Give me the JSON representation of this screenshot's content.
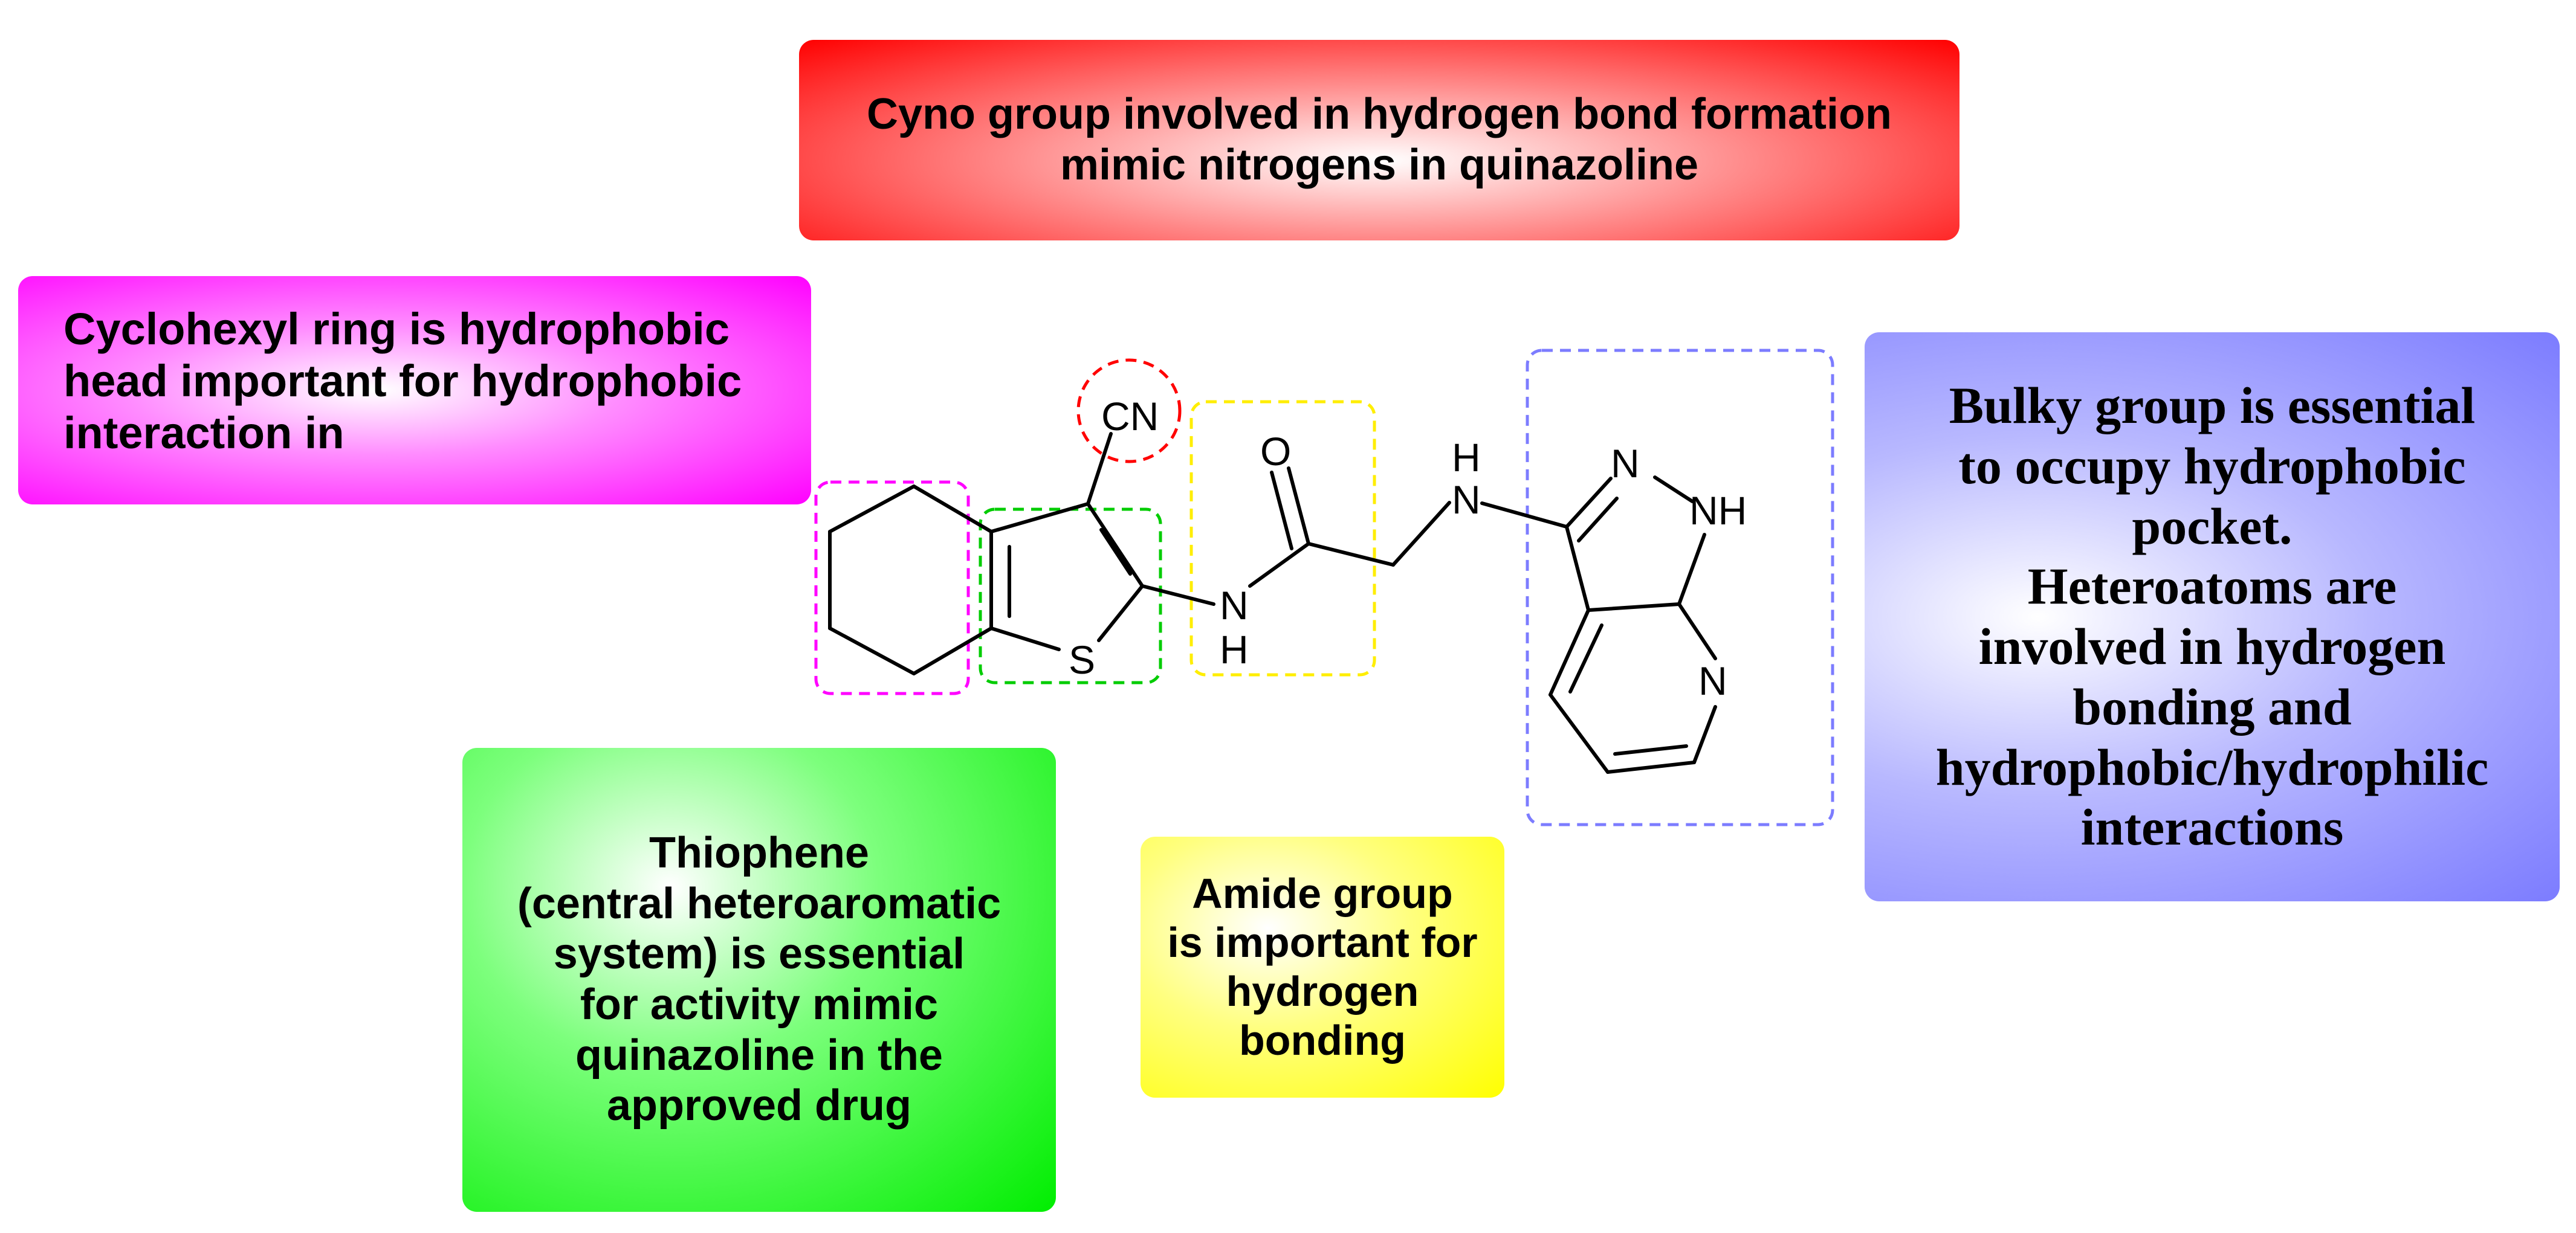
{
  "callouts": {
    "cyano": {
      "text": "Cyno group involved in hydrogen bond formation\nmimic nitrogens in quinazoline",
      "color": "#ff0000"
    },
    "cyclohexyl": {
      "text": "Cyclohexyl ring is hydrophobic\nhead important for hydrophobic\ninteraction in",
      "color": "#ff00ff"
    },
    "thiophene": {
      "text": "Thiophene\n(central heteroaromatic\nsystem)  is essential\nfor activity mimic\nquinazoline in the\napproved drug",
      "color": "#00ee00"
    },
    "amide": {
      "text": "Amide group\nis important for\nhydrogen\nbonding",
      "color": "#ffff00"
    },
    "bulky": {
      "text": "Bulky group is essential\nto occupy hydrophobic\npocket.\nHeteroatoms are\ninvolved in hydrogen\nbonding  and\nhydrophobic/hydrophilic\ninteractions",
      "color": "#7c7cff"
    }
  },
  "molecule": {
    "atoms": {
      "cyano": "CN",
      "carbonyl_o": "O",
      "amide_n": "N",
      "amide_h": "H",
      "amine_h": "H",
      "amine_n": "N",
      "thiophene_s": "S",
      "pyrazole_n": "N",
      "pyrazole_nh": "NH",
      "pyridine_n": "N"
    },
    "highlight_colors": {
      "cyclohexyl": "#ff00ff",
      "thiophene": "#00cc00",
      "cyano": "#ff0000",
      "amide": "#ffee00",
      "bulky": "#7c7cff"
    }
  }
}
